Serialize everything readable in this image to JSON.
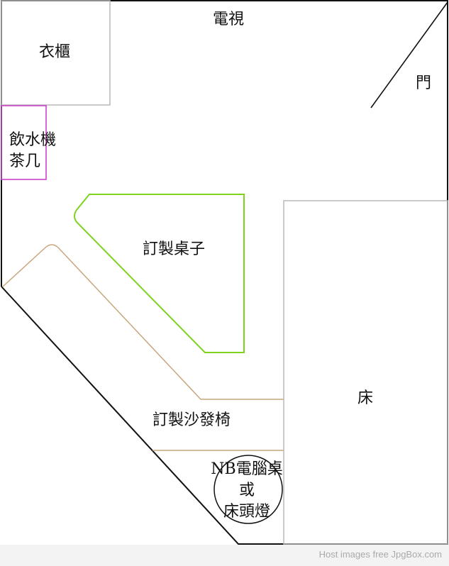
{
  "floor_plan": {
    "labels": {
      "tv": "電視",
      "wardrobe": "衣櫃",
      "door": "門",
      "water_dispenser": "飲水機",
      "tea_table": "茶几",
      "custom_table": "訂製桌子",
      "bed": "床",
      "custom_sofa": "訂製沙發椅",
      "nb_desk_line1": "NB電腦桌",
      "nb_desk_line2": "或",
      "nb_desk_line3": "床頭燈"
    },
    "colors": {
      "wall": "#111111",
      "furniture": "#b8b8b8",
      "water_dispenser": "#cc44cc",
      "custom_table": "#7ed321",
      "sofa": "#c9a57e"
    }
  },
  "footer": {
    "watermark": "Host images free JpgBox.com"
  }
}
